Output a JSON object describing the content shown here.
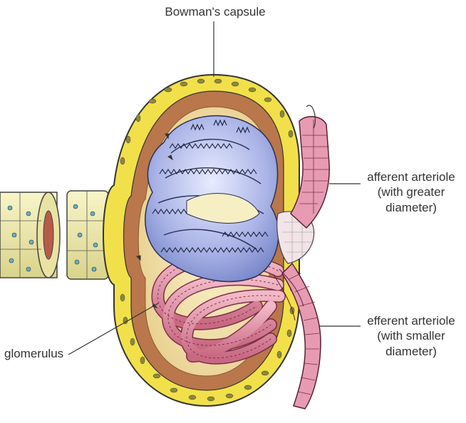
{
  "labels": {
    "bowmans_capsule": "Bowman's capsule",
    "afferent_line1": "afferent arteriole",
    "afferent_line2": "(with greater",
    "afferent_line3": "diameter)",
    "efferent_line1": "efferent arteriole",
    "efferent_line2": "(with smaller",
    "efferent_line3": "diameter)",
    "glomerulus": "glomerulus"
  },
  "colors": {
    "capsule_outer": "#f2e04a",
    "capsule_inner": "#c88a5a",
    "lumen": "#f4e7b6",
    "glomerulus_blue": "#9aa6dd",
    "glomerulus_pink": "#d9839a",
    "tubule": "#f3efb0",
    "leader_line": "#333333"
  }
}
